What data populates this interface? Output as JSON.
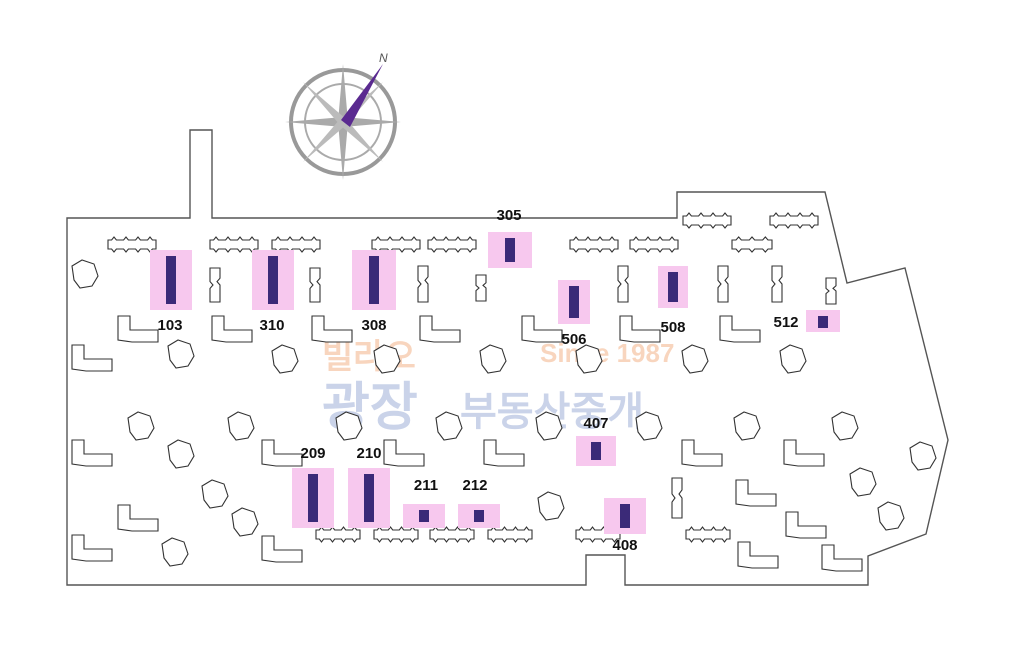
{
  "units": [
    {
      "id": "103",
      "label": "103"
    },
    {
      "id": "310",
      "label": "310"
    },
    {
      "id": "308",
      "label": "308"
    },
    {
      "id": "305",
      "label": "305"
    },
    {
      "id": "506",
      "label": "506"
    },
    {
      "id": "508",
      "label": "508"
    },
    {
      "id": "512",
      "label": "512"
    },
    {
      "id": "407",
      "label": "407"
    },
    {
      "id": "209",
      "label": "209"
    },
    {
      "id": "210",
      "label": "210"
    },
    {
      "id": "211",
      "label": "211"
    },
    {
      "id": "212",
      "label": "212"
    },
    {
      "id": "408",
      "label": "408"
    }
  ],
  "compass": {
    "north_label": "N"
  },
  "watermark": {
    "line1_left": "빌라오",
    "line1_right": "Since 1987",
    "line2_big": "광장",
    "line2_small": "부동산중개"
  },
  "colors": {
    "highlight": "#f7c8ee",
    "building_dark": "#3b2a78",
    "compass_needle": "#5a2a90",
    "outline": "#555555"
  }
}
